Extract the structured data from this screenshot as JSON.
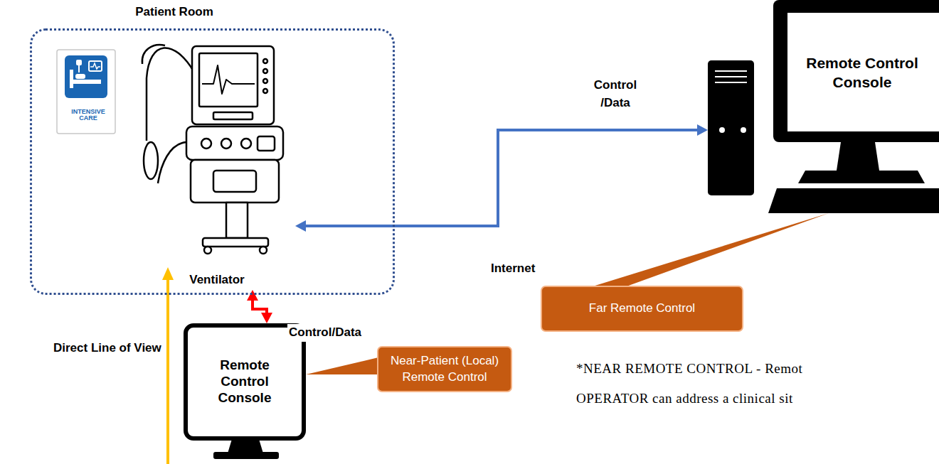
{
  "diagram": {
    "nodes": [
      {
        "text": [
          "Patient Room"
        ]
      },
      {
        "text": [
          "Ventilator"
        ],
        "in": 0
      },
      {
        "text": [
          "INTENSIVE CARE"
        ],
        "in": 0
      },
      {
        "text": [
          "Remote Control Console"
        ]
      },
      {
        "text": [
          "Remote Control Console"
        ]
      },
      {
        "text": [
          "Far Remote Control"
        ]
      },
      {
        "text": [
          "Near-Patient (Local) Remote Control"
        ]
      }
    ],
    "edges": [
      {
        "from": 1,
        "to": 3,
        "arrow": "both",
        "label": "Control /Data"
      },
      {
        "from": 1,
        "to": 4,
        "arrow": "both",
        "label": "Control/Data"
      },
      {
        "from": 5,
        "to": 3,
        "arrow": "none"
      },
      {
        "from": 6,
        "to": 4,
        "arrow": "none"
      }
    ],
    "labels": [
      "Internet",
      "Direct Line of View",
      "*NEAR REMOTE CONTROL - Remot",
      "OPERATOR can address a clinical sit"
    ]
  }
}
